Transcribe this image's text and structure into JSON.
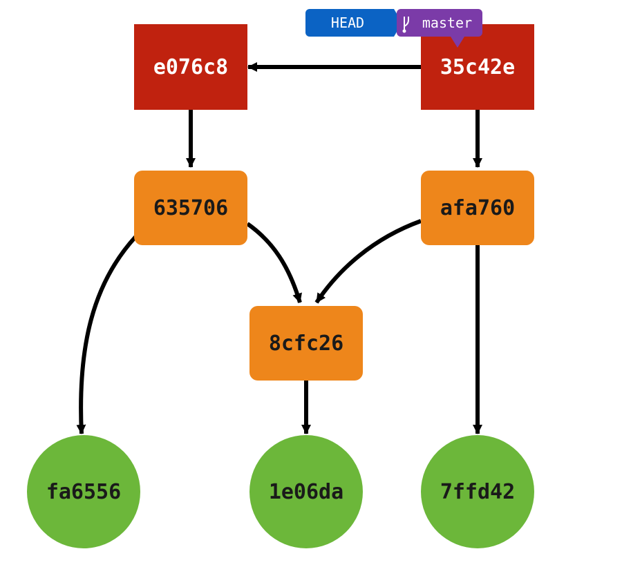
{
  "colors": {
    "commit": "#c0220f",
    "tree": "#ee861b",
    "blob": "#6cb73a",
    "edge": "#000000",
    "head_badge": "#0b63c4",
    "branch_badge": "#7b3ba8",
    "node_text_light": "#ffffff",
    "node_text_dark": "#1a1a1a"
  },
  "refs": {
    "head_label": "HEAD",
    "branch_label": "master",
    "branch_icon": "git-branch-icon"
  },
  "nodes": [
    {
      "id": "e076c8",
      "kind": "commit",
      "label": "e076c8"
    },
    {
      "id": "35c42e",
      "kind": "commit",
      "label": "35c42e"
    },
    {
      "id": "635706",
      "kind": "tree",
      "label": "635706"
    },
    {
      "id": "afa760",
      "kind": "tree",
      "label": "afa760"
    },
    {
      "id": "8cfc26",
      "kind": "tree",
      "label": "8cfc26"
    },
    {
      "id": "fa6556",
      "kind": "blob",
      "label": "fa6556"
    },
    {
      "id": "1e06da",
      "kind": "blob",
      "label": "1e06da"
    },
    {
      "id": "7ffd42",
      "kind": "blob",
      "label": "7ffd42"
    }
  ],
  "edges": [
    {
      "from": "35c42e",
      "to": "e076c8"
    },
    {
      "from": "e076c8",
      "to": "635706"
    },
    {
      "from": "35c42e",
      "to": "afa760"
    },
    {
      "from": "635706",
      "to": "8cfc26"
    },
    {
      "from": "afa760",
      "to": "8cfc26"
    },
    {
      "from": "635706",
      "to": "fa6556"
    },
    {
      "from": "8cfc26",
      "to": "1e06da"
    },
    {
      "from": "afa760",
      "to": "7ffd42"
    }
  ]
}
